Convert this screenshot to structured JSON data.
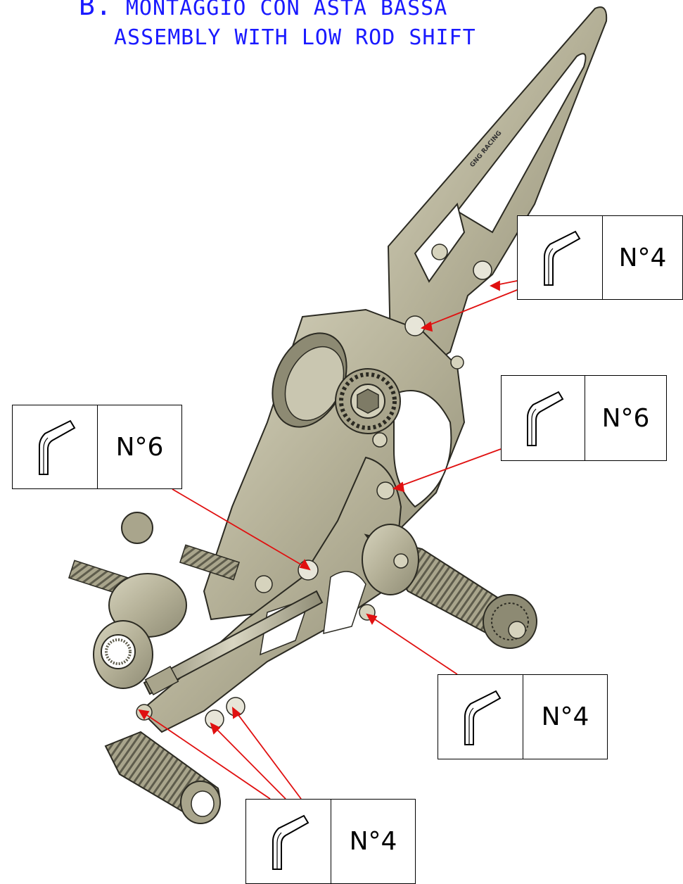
{
  "title": {
    "letter": "B.",
    "line1": "MONTAGGIO CON ASTA BASSA",
    "line2": "ASSEMBLY WITH LOW ROD SHIFT"
  },
  "brand_engraving": "GNG RACING",
  "colors": {
    "title": "#1a1aff",
    "leader": "#e01010",
    "part_fill": "#b9b59c",
    "part_shade": "#8d8a73",
    "part_light": "#dcd9c4",
    "outline": "#2b2a22"
  },
  "callouts": [
    {
      "id": "top-right",
      "tool": "hex-key-icon",
      "qty": "N°4"
    },
    {
      "id": "mid-right",
      "tool": "hex-key-icon",
      "qty": "N°6"
    },
    {
      "id": "mid-left",
      "tool": "hex-key-icon",
      "qty": "N°6"
    },
    {
      "id": "low-right",
      "tool": "hex-key-icon",
      "qty": "N°4"
    },
    {
      "id": "bottom",
      "tool": "hex-key-icon",
      "qty": "N°4"
    }
  ]
}
